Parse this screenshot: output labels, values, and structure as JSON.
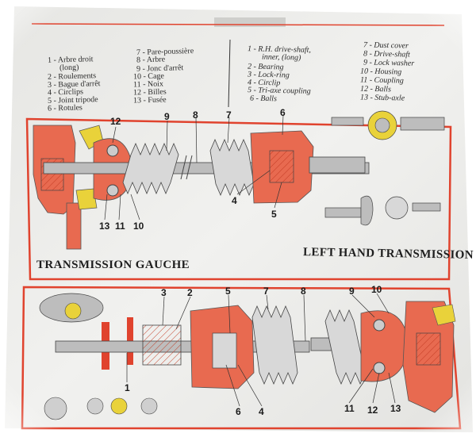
{
  "legend_french": [
    "1 - Arbre droit",
    "(long)",
    "2 - Roulements",
    "3 - Bague d'arrêt",
    "4 - Circlips",
    "5 - Joint tripode",
    "6 - Rotules",
    "7 - Pare-poussière",
    "8 - Arbre",
    "9 - Jonc d'arrêt",
    "10 - Cage",
    "11 - Noix",
    "12 - Billes",
    "13 - Fusée"
  ],
  "legend_english": [
    "1 - R.H. drive-shaft,",
    "inner, (long)",
    "2 - Bearing",
    "3 - Lock-ring",
    "4 - Circlip",
    "5 - Tri-axe coupling",
    "6 - Balls",
    "7 - Dust cover",
    "8 - Drive-shaft",
    "9 - Lock washer",
    "10 - Housing",
    "11 - Coupling",
    "12 - Balls",
    "13 - Stub-axle"
  ],
  "diagram_top": {
    "caption_left": "TRANSMISSION GAUCHE",
    "caption_right": "LEFT HAND TRANSMISSION",
    "callouts": [
      "12",
      "9",
      "8",
      "7",
      "6",
      "13",
      "11",
      "10",
      "4",
      "5"
    ]
  },
  "diagram_bottom": {
    "callouts": [
      "3",
      "2",
      "5",
      "7",
      "8",
      "9",
      "10",
      "1",
      "6",
      "4",
      "11",
      "12",
      "13"
    ]
  },
  "colors": {
    "frame_red": "#e0432e",
    "part_red": "#e86a50",
    "part_yellow": "#e9d23a",
    "paper": "#ececea"
  }
}
